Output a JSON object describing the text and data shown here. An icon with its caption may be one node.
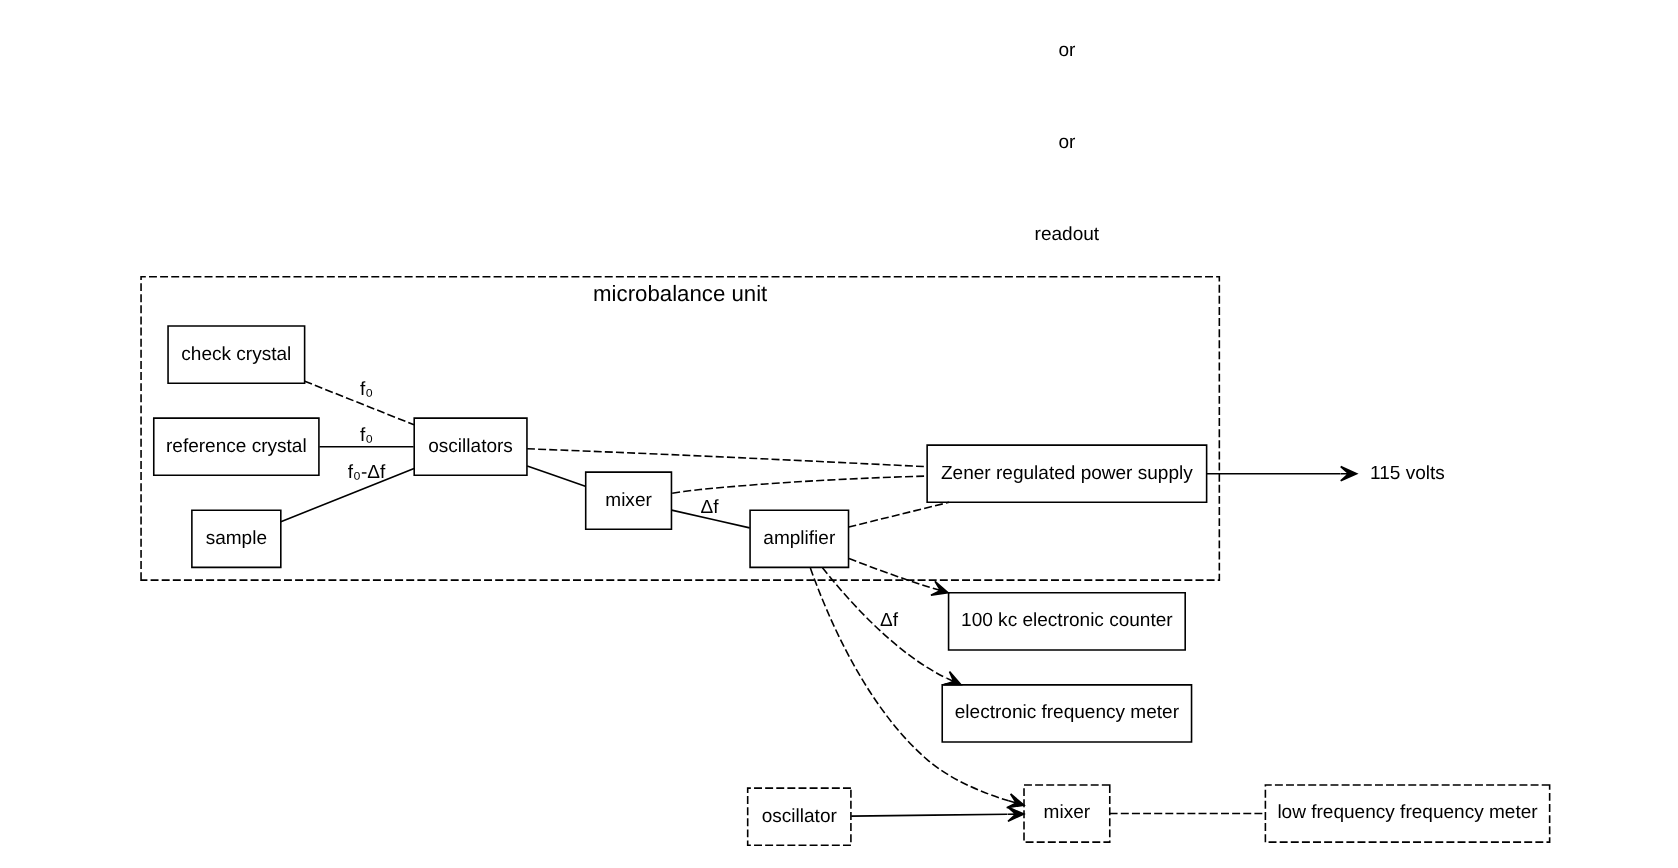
{
  "diagram": {
    "nodes": [
      {
        "text": [
          "microbalance unit"
        ]
      },
      {
        "text": [
          "check crystal"
        ],
        "in": 0
      },
      {
        "text": [
          "reference crystal"
        ],
        "in": 0
      },
      {
        "text": [
          "sample"
        ],
        "in": 0
      },
      {
        "text": [
          "oscillators"
        ],
        "in": 0
      },
      {
        "text": [
          "mixer"
        ],
        "in": 0
      },
      {
        "text": [
          "amplifier"
        ],
        "in": 0
      },
      {
        "text": [
          "Zener regulated power supply"
        ],
        "in": 0
      },
      {
        "text": [
          "115 volts"
        ]
      },
      {
        "text": [
          "100 kc electronic counter"
        ]
      },
      {
        "text": [
          "electronic frequency meter"
        ]
      },
      {
        "text": [
          "mixer"
        ]
      },
      {
        "text": [
          "low frequency frequency meter"
        ]
      },
      {
        "text": [
          "oscillator"
        ]
      }
    ],
    "edges": [
      {
        "from": 1,
        "to": 4,
        "arrow": "none",
        "label": "f₀",
        "style": "dashed"
      },
      {
        "from": 2,
        "to": 4,
        "arrow": "none",
        "label": "f₀"
      },
      {
        "from": 3,
        "to": 4,
        "arrow": "none",
        "label": "f₀-Δf"
      },
      {
        "from": 4,
        "to": 5,
        "arrow": "none"
      },
      {
        "from": 5,
        "to": 6,
        "arrow": "none",
        "label": "Δf"
      },
      {
        "from": 6,
        "to": 9,
        "arrow": "to",
        "style": "dashed"
      },
      {
        "from": 6,
        "to": 10,
        "arrow": "to",
        "label": "Δf",
        "style": "dashed"
      },
      {
        "from": 6,
        "to": 11,
        "arrow": "to",
        "style": "dashed"
      },
      {
        "from": 4,
        "to": 7,
        "arrow": "none",
        "style": "dashed"
      },
      {
        "from": 5,
        "to": 7,
        "arrow": "none",
        "style": "dashed"
      },
      {
        "from": 6,
        "to": 7,
        "arrow": "none",
        "style": "dashed"
      },
      {
        "from": 7,
        "to": 8,
        "arrow": "to"
      },
      {
        "from": 11,
        "to": 12,
        "arrow": "none",
        "style": "dashed"
      },
      {
        "from": 13,
        "to": 11,
        "arrow": "to"
      }
    ],
    "labels": [
      "readout",
      "or",
      "or"
    ]
  }
}
